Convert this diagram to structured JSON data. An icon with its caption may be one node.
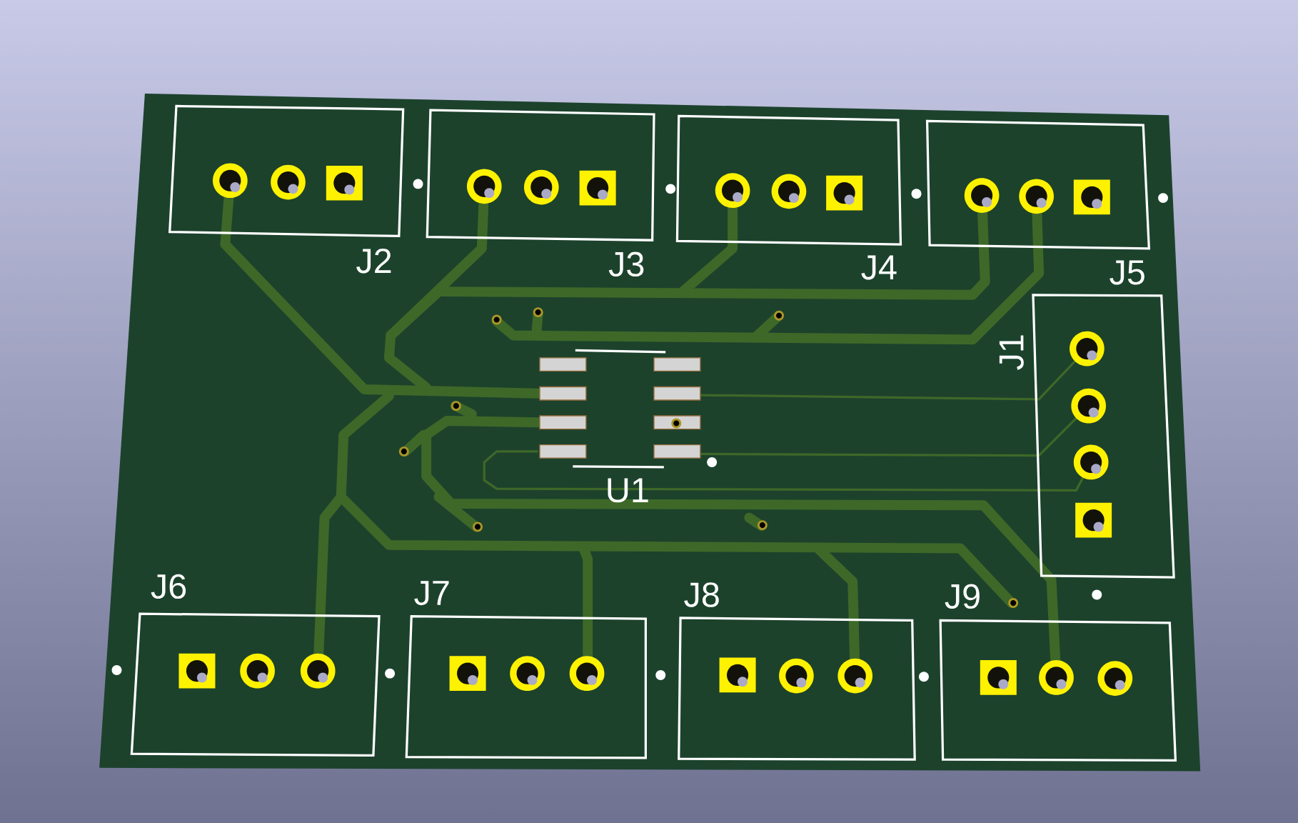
{
  "diagram": {
    "labels": [
      "J2",
      "J3",
      "J4",
      "J5",
      "J1",
      "U1",
      "J6",
      "J7",
      "J8",
      "J9"
    ]
  }
}
